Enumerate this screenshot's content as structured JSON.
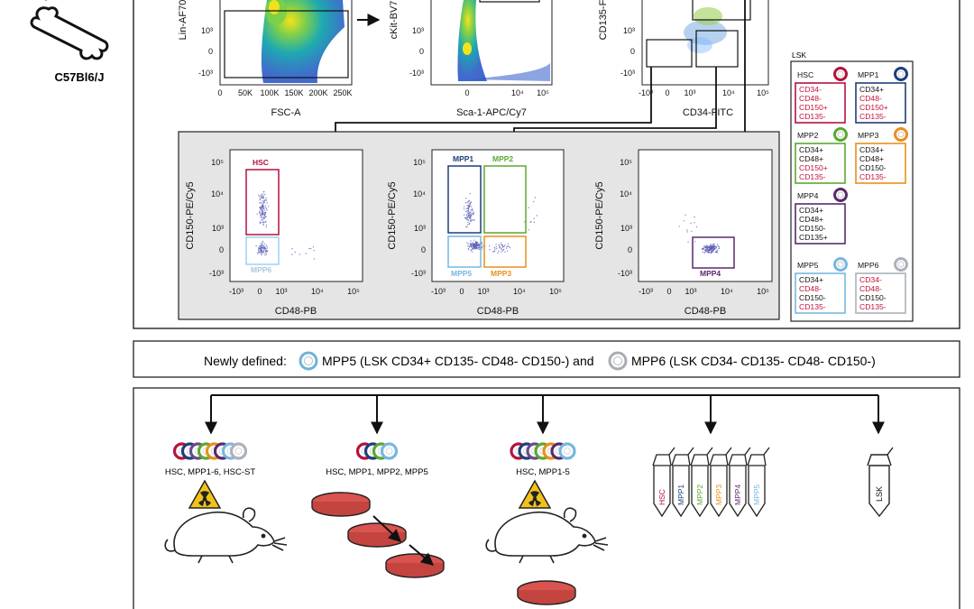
{
  "strain_label": "C57Bl6/J",
  "top_plots": [
    {
      "ylabel": "Lin-AF70",
      "xlabel": "FSC-A",
      "xticks": [
        "0",
        "50K",
        "100K",
        "150K",
        "200K",
        "250K"
      ],
      "yticks": [
        "10³",
        "0",
        "-10³"
      ]
    },
    {
      "ylabel": "cKit-BV7",
      "xlabel": "Sca-1-APC/Cy7",
      "xticks": [
        "0",
        "10⁴",
        "10⁵"
      ],
      "yticks": [
        "10³",
        "0",
        "-10³"
      ]
    },
    {
      "ylabel": "CD135-F",
      "xlabel": "CD34-FITC",
      "xticks": [
        "-10³",
        "0",
        "10³",
        "10⁴",
        "10⁵"
      ],
      "yticks": [
        "10³",
        "0",
        "-10³"
      ]
    }
  ],
  "mid_plots": [
    {
      "ylabel": "CD150-PE/Cy5",
      "xlabel": "CD48-PB",
      "xticks": [
        "-10³",
        "0",
        "10³",
        "10⁴",
        "10⁵"
      ],
      "yticks": [
        "10⁵",
        "10⁴",
        "10³",
        "0",
        "-10³"
      ],
      "gates": [
        "HSC",
        "MPP6"
      ]
    },
    {
      "ylabel": "CD150-PE/Cy5",
      "xlabel": "CD48-PB",
      "xticks": [
        "-10³",
        "0",
        "10³",
        "10⁴",
        "10⁵"
      ],
      "yticks": [
        "10⁵",
        "10⁴",
        "10³",
        "0",
        "-10³"
      ],
      "gates": [
        "MPP1",
        "MPP2",
        "MPP5",
        "MPP3"
      ]
    },
    {
      "ylabel": "CD150-PE/Cy5",
      "xlabel": "CD48-PB",
      "xticks": [
        "-10³",
        "0",
        "10³",
        "10⁴",
        "10⁵"
      ],
      "yticks": [
        "10⁵",
        "10⁴",
        "10³",
        "0",
        "-10³"
      ],
      "gates": [
        "MPP4"
      ]
    }
  ],
  "legend": {
    "title": "LSK",
    "cells": [
      {
        "name": "HSC",
        "color": "#b5123d",
        "lines": [
          {
            "t": "CD34-",
            "red": true
          },
          {
            "t": "CD48-",
            "red": true
          },
          {
            "t": "CD150+",
            "red": true
          },
          {
            "t": "CD135-",
            "red": true
          }
        ]
      },
      {
        "name": "MPP1",
        "color": "#1f3f7a",
        "lines": [
          {
            "t": "CD34+",
            "red": false
          },
          {
            "t": "CD48-",
            "red": true
          },
          {
            "t": "CD150+",
            "red": true
          },
          {
            "t": "CD135-",
            "red": true
          }
        ]
      },
      {
        "name": "MPP2",
        "color": "#5aa832",
        "lines": [
          {
            "t": "CD34+",
            "red": false
          },
          {
            "t": "CD48+",
            "red": false
          },
          {
            "t": "CD150+",
            "red": true
          },
          {
            "t": "CD135-",
            "red": true
          }
        ]
      },
      {
        "name": "MPP3",
        "color": "#e8901c",
        "lines": [
          {
            "t": "CD34+",
            "red": false
          },
          {
            "t": "CD48+",
            "red": false
          },
          {
            "t": "CD150-",
            "red": false
          },
          {
            "t": "CD135-",
            "red": true
          }
        ]
      },
      {
        "name": "MPP4",
        "color": "#5a2a6a",
        "lines": [
          {
            "t": "CD34+",
            "red": false
          },
          {
            "t": "CD48+",
            "red": false
          },
          {
            "t": "CD150-",
            "red": false
          },
          {
            "t": "CD135+",
            "red": false
          }
        ]
      },
      {
        "name": "MPP5",
        "color": "#78b7e0",
        "lines": [
          {
            "t": "CD34+",
            "red": false
          },
          {
            "t": "CD48-",
            "red": true
          },
          {
            "t": "CD150-",
            "red": false
          },
          {
            "t": "CD135-",
            "red": true
          }
        ]
      },
      {
        "name": "MPP6",
        "color": "#aab2bb",
        "lines": [
          {
            "t": "CD34-",
            "red": true
          },
          {
            "t": "CD48-",
            "red": true
          },
          {
            "t": "CD150-",
            "red": false
          },
          {
            "t": "CD135-",
            "red": true
          }
        ]
      }
    ]
  },
  "newly_defined": {
    "prefix": "Newly defined:",
    "mpp5": "MPP5 (LSK CD34+ CD135- CD48- CD150-) and",
    "mpp6": "MPP6 (LSK CD34- CD135- CD48- CD150-)"
  },
  "outcomes": {
    "group1": "HSC, MPP1-6, HSC-ST",
    "group2": "HSC, MPP1, MPP2, MPP5",
    "group3": "HSC, MPP1-5",
    "tubes": [
      "HSC",
      "MPP1",
      "MPP2",
      "MPP3",
      "MPP4",
      "MPP5"
    ],
    "lsk_tube": "LSK"
  },
  "colors": {
    "HSC": "#b5123d",
    "MPP1": "#1f3f7a",
    "MPP2": "#5aa832",
    "MPP3": "#e8901c",
    "MPP4": "#5a2a6a",
    "MPP5": "#78b7e0",
    "MPP6": "#aab2bb",
    "HSC-ST": "#6a4a8a",
    "red_text": "#c4123a",
    "dish": "#d9534f",
    "hazard": "#f2c21b"
  }
}
